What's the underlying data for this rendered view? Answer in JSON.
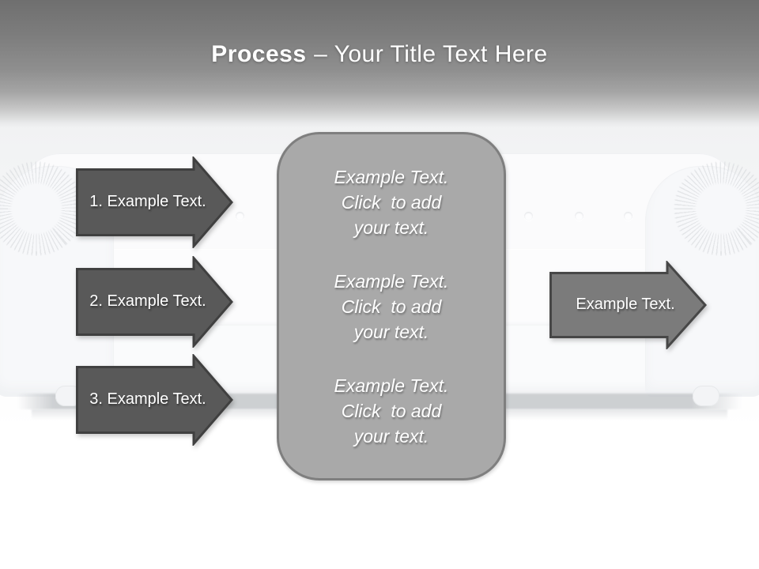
{
  "title": {
    "bold": "Process",
    "rest": "– Your Title Text Here"
  },
  "left_arrows": [
    {
      "label": "1. Example Text."
    },
    {
      "label": "2. Example Text."
    },
    {
      "label": "3. Example Text."
    }
  ],
  "right_arrow": {
    "label": "Example Text."
  },
  "center_box": {
    "blocks": [
      {
        "lines": [
          "Example Text.",
          "Click  to add",
          "your text."
        ]
      },
      {
        "lines": [
          "Example Text.",
          "Click  to add",
          "your text."
        ]
      },
      {
        "lines": [
          "Example Text.",
          "Click  to add",
          "your text."
        ]
      }
    ]
  },
  "colors": {
    "header_top": "#6f6f6f",
    "header_bottom": "#f1f2f3",
    "left_arrow_fill": "#595959",
    "left_arrow_border": "#404040",
    "right_arrow_fill": "#7b7b7b",
    "right_arrow_border": "#474747",
    "box_fill": "#a9a9a9",
    "box_border": "#7f7f7f",
    "text": "#ffffff"
  }
}
